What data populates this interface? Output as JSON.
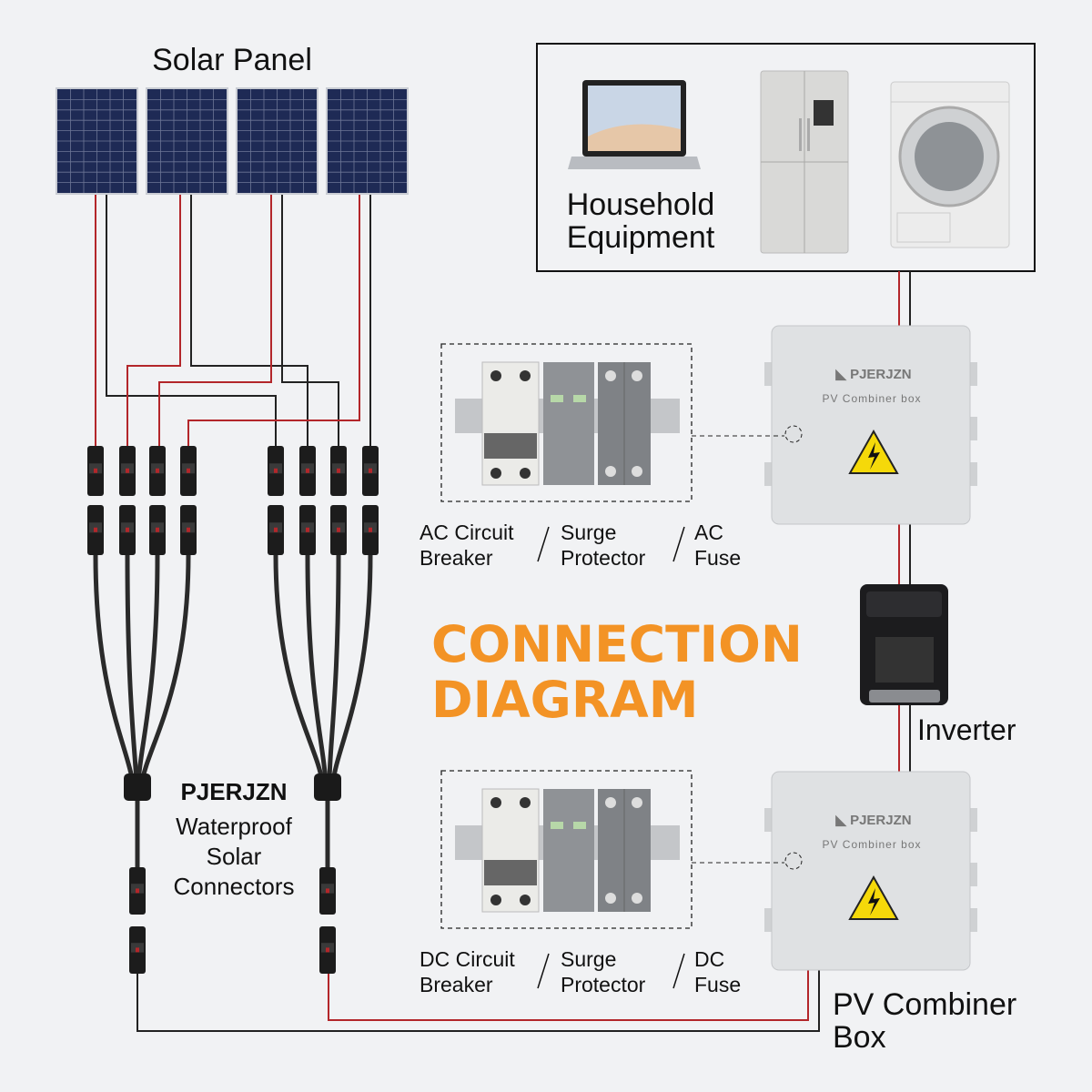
{
  "solar_panel": {
    "title": "Solar Panel",
    "count": 4
  },
  "household": {
    "line1": "Household",
    "line2": "Equipment",
    "devices": [
      "laptop",
      "refrigerator",
      "washing-machine"
    ]
  },
  "ac_labels": {
    "breaker_1": "AC Circuit",
    "breaker_2": "Breaker",
    "surge_1": "Surge",
    "surge_2": "Protector",
    "fuse_1": "AC",
    "fuse_2": "Fuse"
  },
  "dc_labels": {
    "breaker_1": "DC Circuit",
    "breaker_2": "Breaker",
    "surge_1": "Surge",
    "surge_2": "Protector",
    "fuse_1": "DC",
    "fuse_2": "Fuse"
  },
  "title": {
    "line1": "CONNECTION",
    "line2": "DIAGRAM"
  },
  "connectors": {
    "brand": "PJERJZN",
    "line1": "Waterproof",
    "line2": "Solar",
    "line3": "Connectors"
  },
  "combiner": {
    "brand": "PJERJZN",
    "label": "PV Combiner box"
  },
  "inverter": {
    "label": "Inverter"
  },
  "pv_combiner": {
    "line1": "PV Combiner",
    "line2": "Box"
  },
  "colors": {
    "accent": "#f39325",
    "red_wire": "#b3262a",
    "black_wire": "#222222",
    "panel": "#1e2a55",
    "background": "#f1f2f4",
    "warning": "#f5d90a"
  }
}
